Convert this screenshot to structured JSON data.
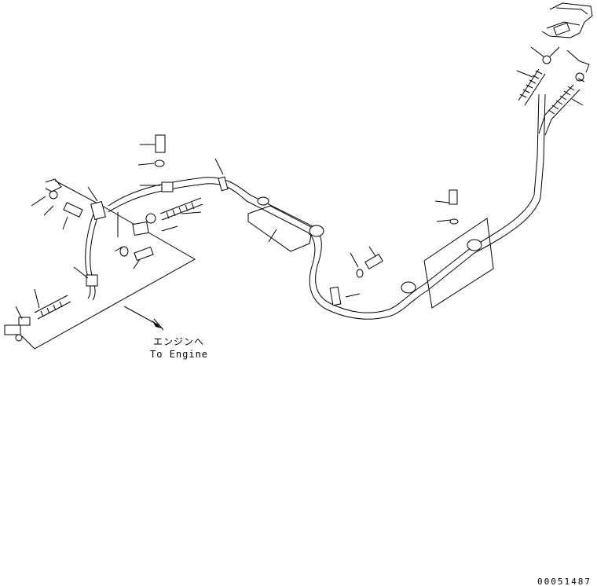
{
  "labels": {
    "to_engine_jp": "エンジンへ",
    "to_engine_en": "To Engine",
    "drawing_id": "00051487"
  }
}
